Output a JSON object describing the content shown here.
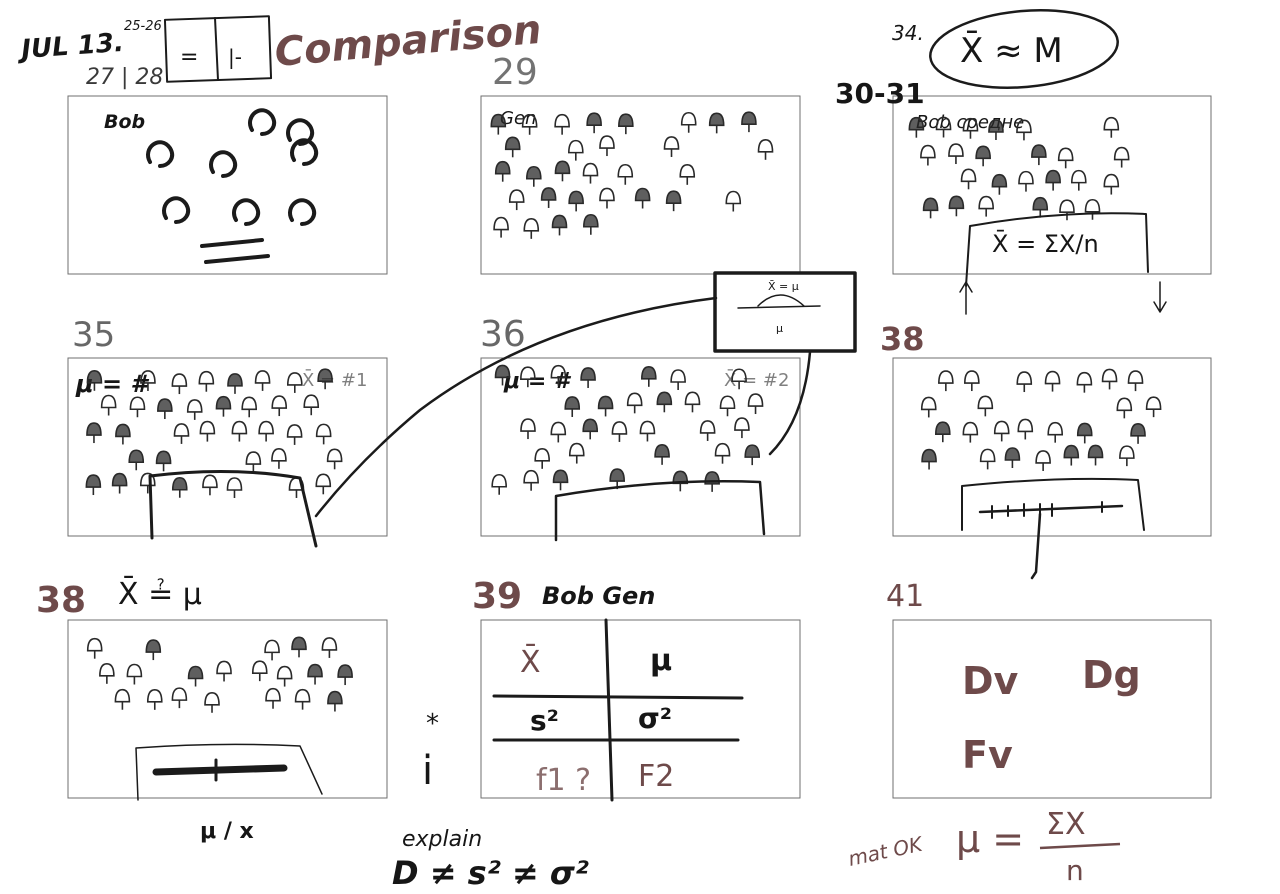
{
  "header": {
    "date": "JUL 13.",
    "pages_small": "25-26",
    "pages_main": "27 | 28",
    "card_eq": "=",
    "card_dash": "|-",
    "title": "Comparison",
    "top_right_num": "34.",
    "top_right_formula": "X̄ ≈ M"
  },
  "panels": [
    {
      "number": "",
      "caption": "Bob"
    },
    {
      "number": "29",
      "caption": "Gen"
    },
    {
      "number": "30-31",
      "caption": "Bob средне",
      "formula": "X̄ = ΣX/n"
    },
    {
      "number": "35",
      "caption": "μ = #",
      "aside": "X̄ = #1"
    },
    {
      "number": "36",
      "caption": "μ = #",
      "aside": "X̄ = #2"
    },
    {
      "number": "38",
      "caption": ""
    },
    {
      "number": "38",
      "caption": "X̄ ≟ μ",
      "below": "μ / x"
    },
    {
      "number": "39",
      "caption": "Bob   Gen",
      "table": [
        [
          "X̄",
          "μ"
        ],
        [
          "s²",
          "σ²"
        ],
        [
          "f1 ?",
          "F2"
        ]
      ]
    },
    {
      "number": "41",
      "caption": "",
      "labels": [
        "Dv",
        "Dg",
        "Fv"
      ]
    }
  ],
  "callout": {
    "top": "X̄ = μ",
    "bottom": "μ"
  },
  "notes": {
    "explain_word": "explain",
    "explain_formula": "D ≠ s² ≠ σ²",
    "mat_label": "mat OK",
    "mat_formula_left": "μ =",
    "mat_formula_num": "ΣX",
    "mat_formula_den": "n",
    "star_mark": "*",
    "i_mark": "i"
  }
}
